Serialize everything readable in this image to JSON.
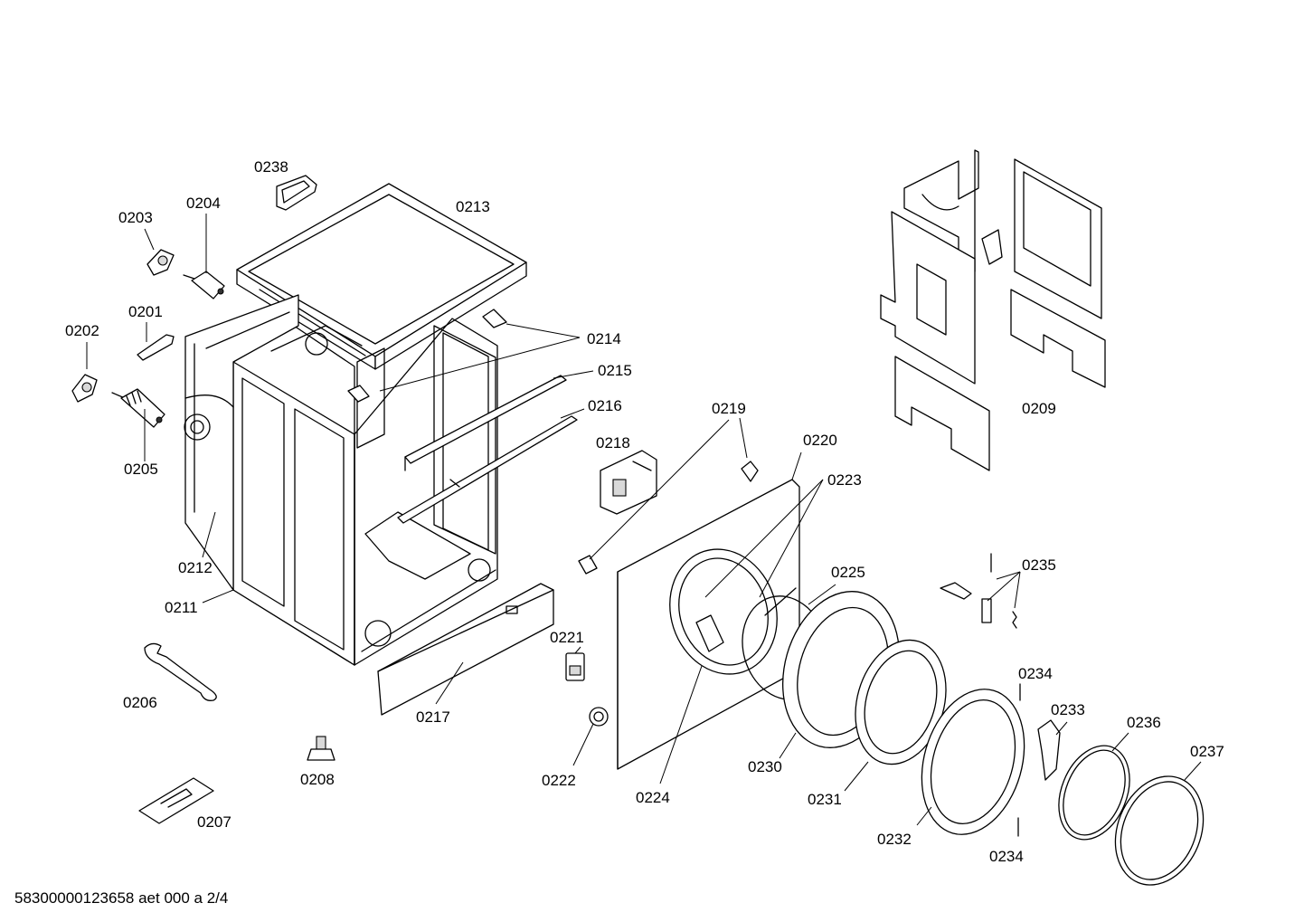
{
  "document_id": "58300000123658 aet 000 a 2/4",
  "callouts": {
    "c0201": "0201",
    "c0202": "0202",
    "c0203": "0203",
    "c0204": "0204",
    "c0205": "0205",
    "c0206": "0206",
    "c0207": "0207",
    "c0208": "0208",
    "c0209": "0209",
    "c0211": "0211",
    "c0212": "0212",
    "c0213": "0213",
    "c0214": "0214",
    "c0215": "0215",
    "c0216": "0216",
    "c0217": "0217",
    "c0218": "0218",
    "c0219": "0219",
    "c0220": "0220",
    "c0221": "0221",
    "c0222": "0222",
    "c0223": "0223",
    "c0224": "0224",
    "c0225": "0225",
    "c0230": "0230",
    "c0231": "0231",
    "c0232": "0232",
    "c0233": "0233",
    "c0234a": "0234",
    "c0234b": "0234",
    "c0235": "0235",
    "c0236": "0236",
    "c0237": "0237",
    "c0238": "0238"
  }
}
